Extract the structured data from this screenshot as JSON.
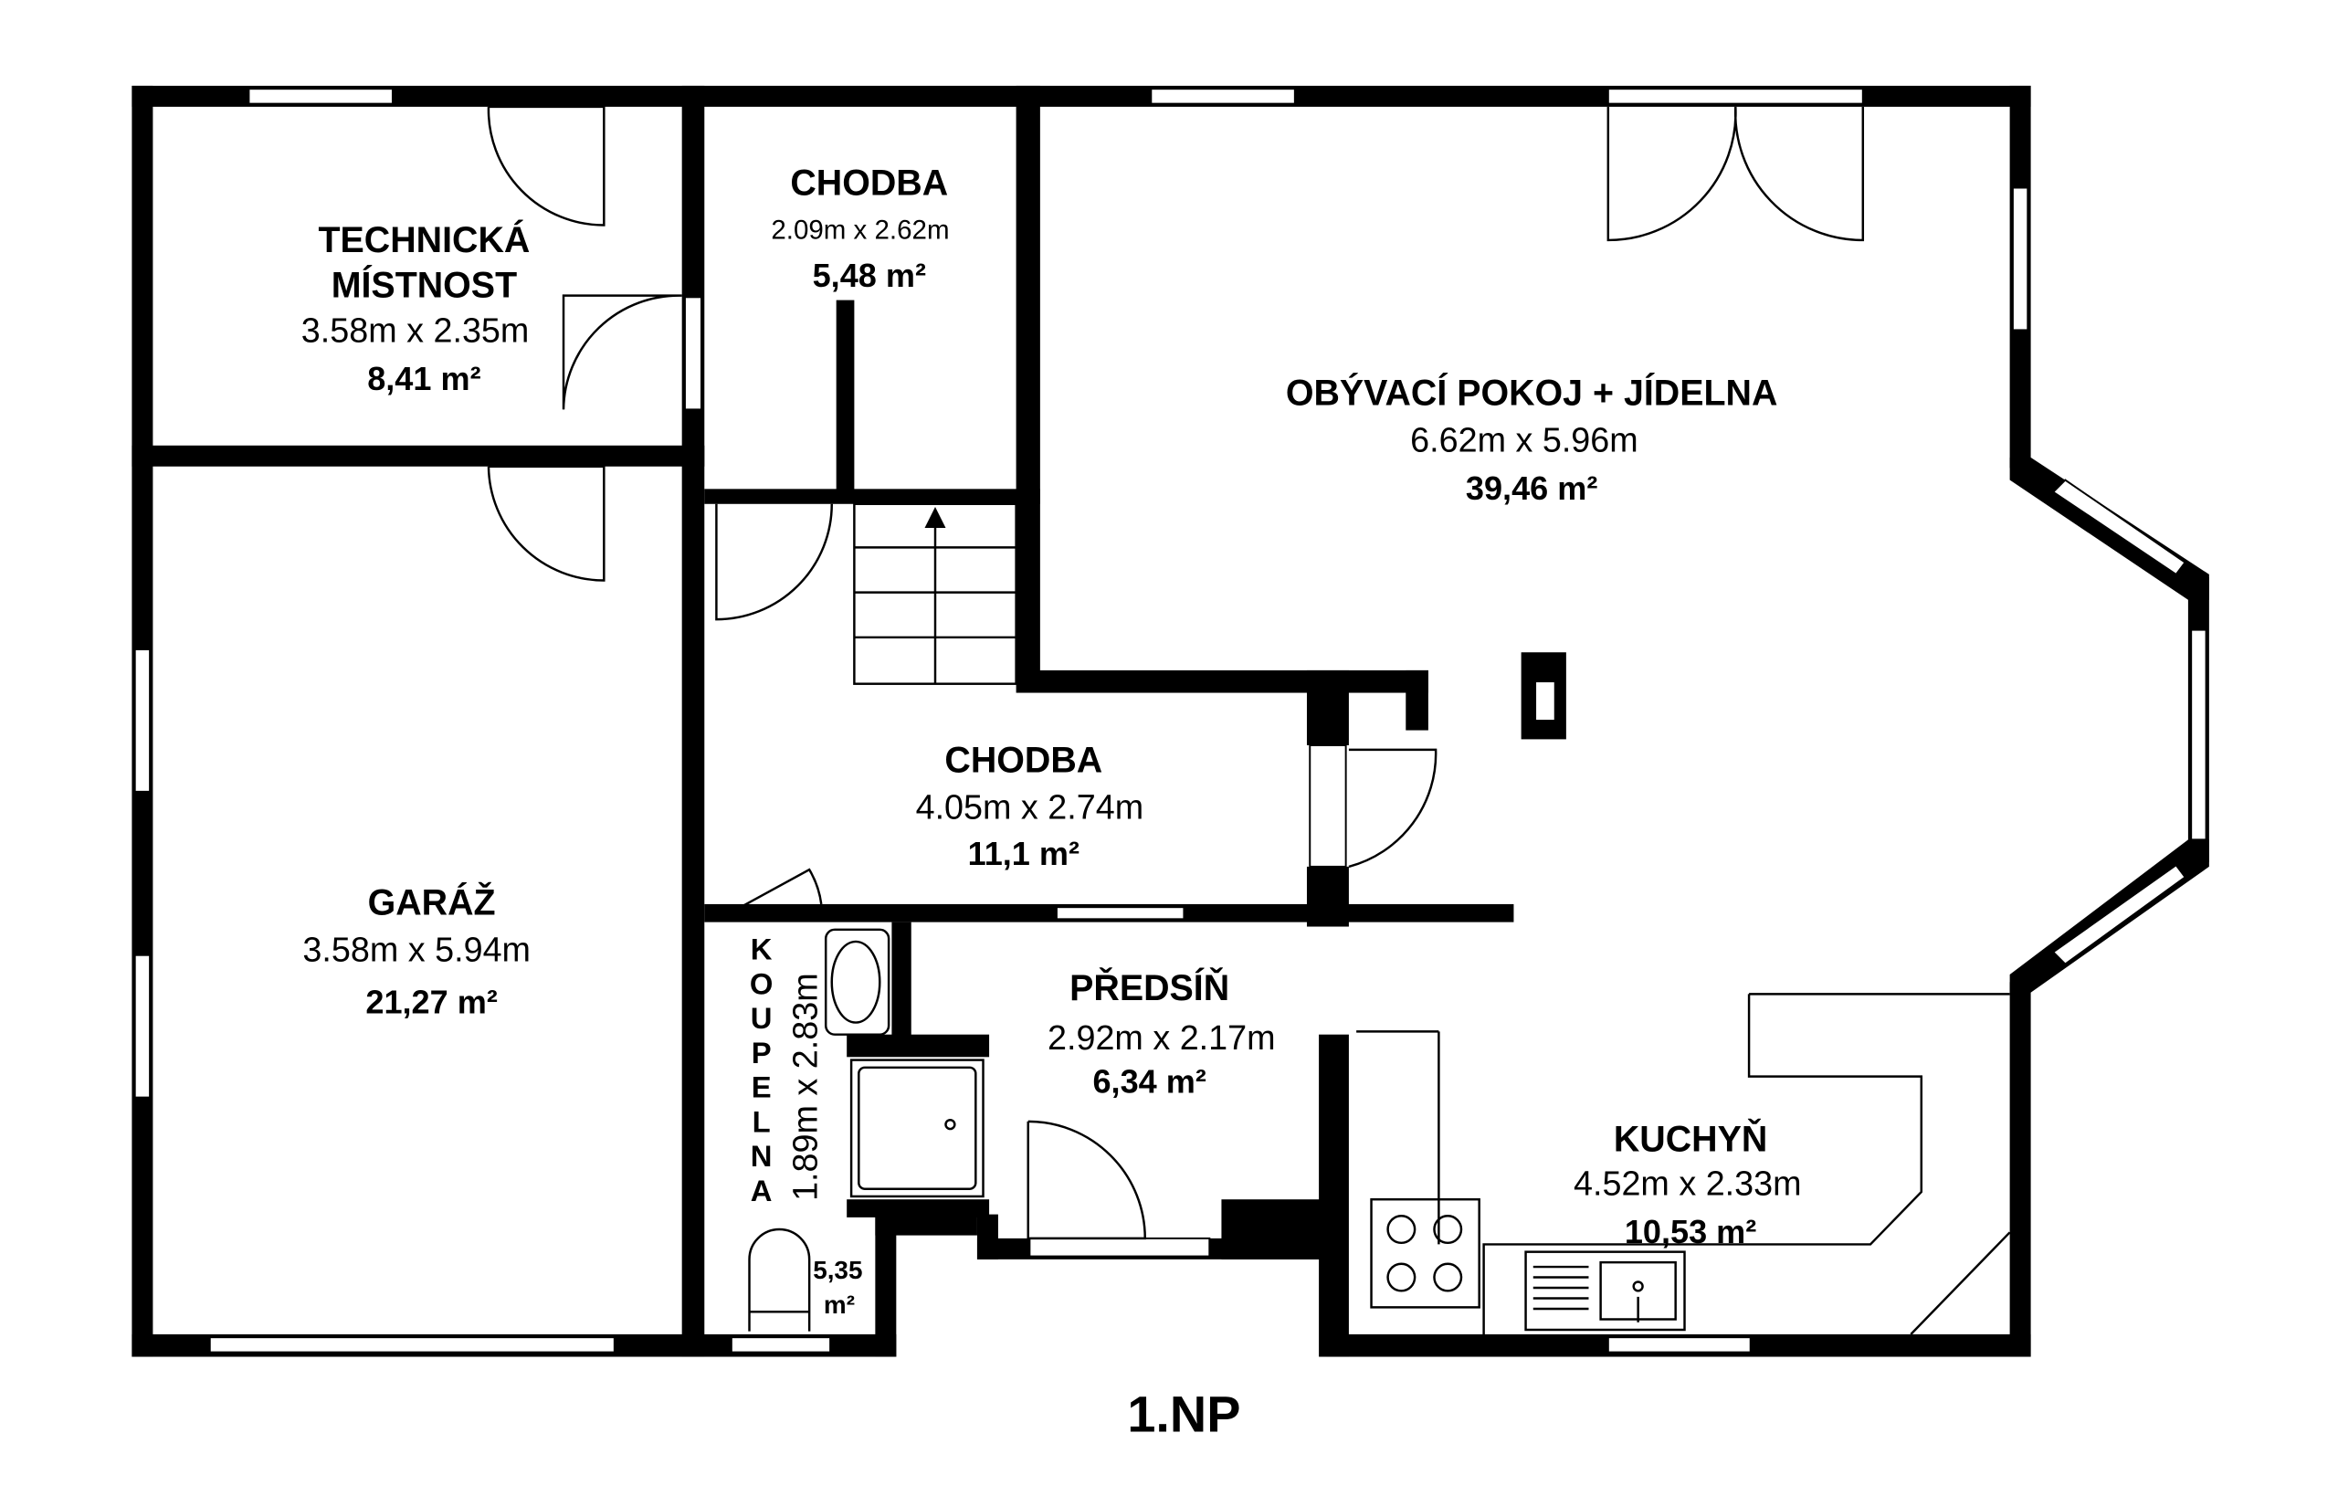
{
  "floor_label": "1.NP",
  "rooms": {
    "technicka": {
      "name_1": "TECHNICKÁ",
      "name_2": "MÍSTNOST",
      "dims": "3.58m x 2.35m",
      "area": "8,41 m²"
    },
    "chodba_upper": {
      "name": "CHODBA",
      "dims": "2.09m x 2.62m",
      "area": "5,48 m²"
    },
    "obyvaci": {
      "name": "OBÝVACÍ POKOJ + JÍDELNA",
      "dims": "6.62m x 5.96m",
      "area": "39,46 m²"
    },
    "garaz": {
      "name": "GARÁŽ",
      "dims": "3.58m x 5.94m",
      "area": "21,27 m²"
    },
    "chodba_lower": {
      "name": "CHODBA",
      "dims": "4.05m x 2.74m",
      "area": "11,1 m²"
    },
    "koupelna": {
      "letters": [
        "K",
        "O",
        "U",
        "P",
        "E",
        "L",
        "N",
        "A"
      ],
      "dims": "1.89m x 2.83m",
      "area_value": "5,35",
      "area_unit": "m²"
    },
    "predsin": {
      "name": "PŘEDSÍŇ",
      "dims": "2.92m x 2.17m",
      "area": "6,34 m²"
    },
    "kuchyn": {
      "name": "KUCHYŇ",
      "dims": "4.52m x 2.33m",
      "area": "10,53 m²"
    }
  }
}
